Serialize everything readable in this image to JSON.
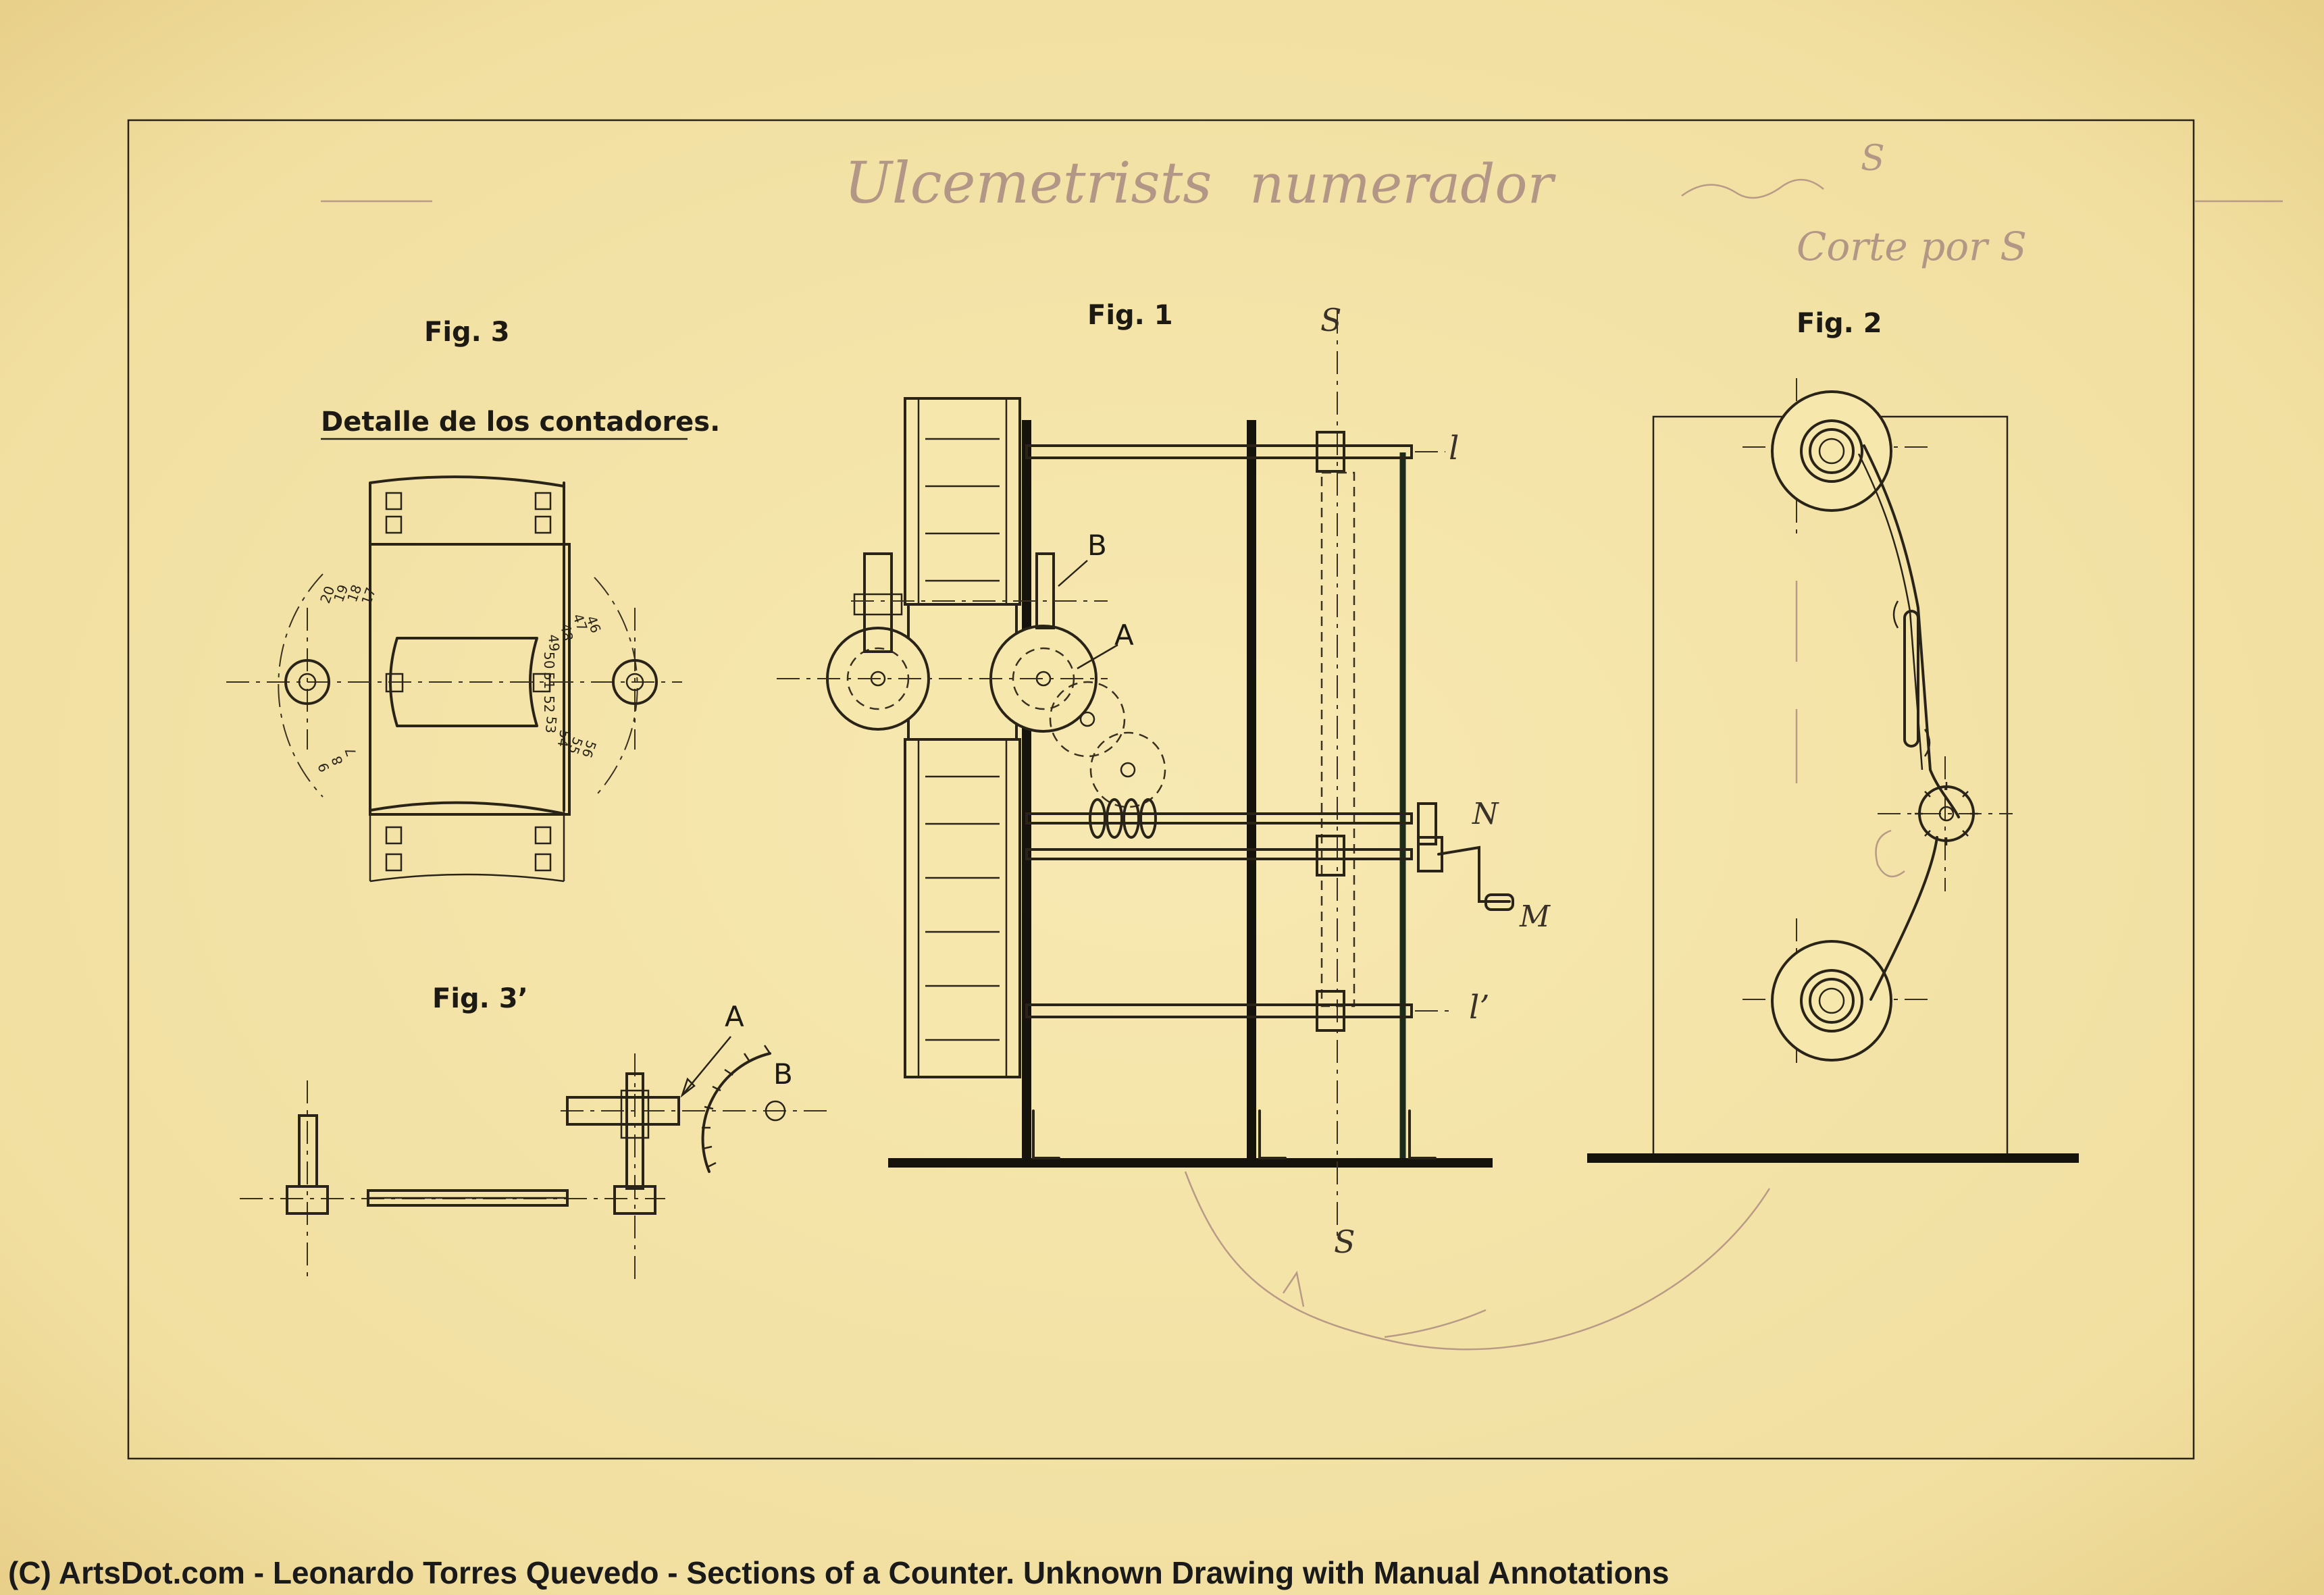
{
  "sheet": {
    "pencil_title_left": "Ulcemetrists",
    "pencil_title_middle": "numerador",
    "pencil_note_right": "Corte por S",
    "pencil_s_top": "S"
  },
  "fig3": {
    "title": "Fig. 3",
    "caption": "Detalle de los contadores.",
    "left_scale": [
      "20",
      "19",
      "18",
      "17",
      "7",
      "8",
      "9"
    ],
    "right_scale": [
      "46",
      "47",
      "48",
      "49",
      "50",
      "51",
      "52",
      "53",
      "54",
      "55",
      "56"
    ]
  },
  "fig3b": {
    "title": "Fig. 3’",
    "label_a": "A",
    "label_b": "B"
  },
  "fig1": {
    "title": "Fig. 1",
    "label_a": "A",
    "label_b": "B",
    "label_s_top": "S",
    "label_s_bottom": "S",
    "label_l": "l",
    "label_l_prime": "l’",
    "label_n": "N",
    "label_m": "M"
  },
  "fig2": {
    "title": "Fig. 2"
  },
  "credit": "(C) ArtsDot.com - Leonardo Torres Quevedo - Sections of a Counter. Unknown Drawing with Manual Annotations",
  "colors": {
    "paper": "#f3e3a6",
    "ink": "#2a2418",
    "pencil": "#b89a86",
    "shaft_green": "#1c2a1c"
  }
}
